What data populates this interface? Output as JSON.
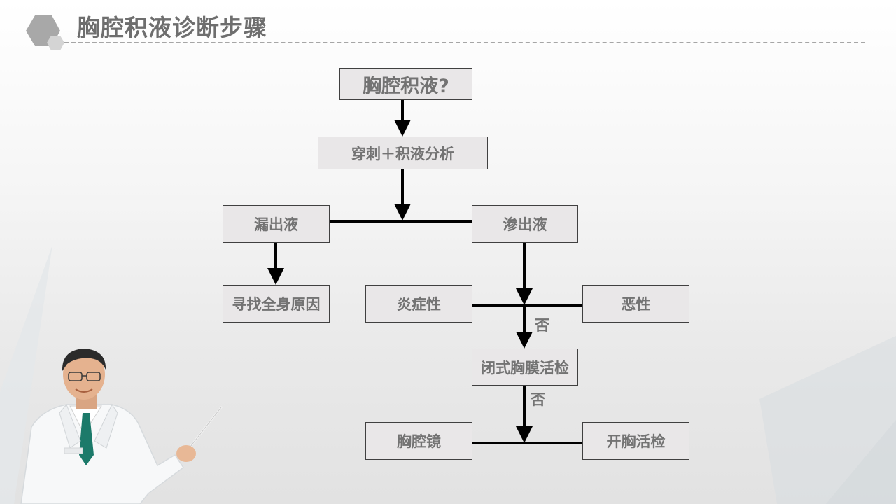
{
  "slide": {
    "title": "胸腔积液诊断步骤"
  },
  "nodes": {
    "effusion": "胸腔积液?",
    "puncture": "穿刺＋积液分析",
    "transudate": "漏出液",
    "exudate": "渗出液",
    "systemic_cause": "寻找全身原因",
    "inflammatory": "炎症性",
    "malignant": "恶性",
    "closed_biopsy": "闭式胸膜活检",
    "thoracoscopy": "胸腔镜",
    "open_biopsy": "开胸活检"
  },
  "edge_labels": {
    "no_1": "否",
    "no_2": "否"
  },
  "colors": {
    "title_text": "#6e6e6e",
    "node_fill": "#e9e7e8",
    "node_border": "#404040",
    "node_text": "#737373",
    "connector": "#000000",
    "hexagon": "#a8a8a8",
    "dashed_rule": "#a6a6a6"
  }
}
